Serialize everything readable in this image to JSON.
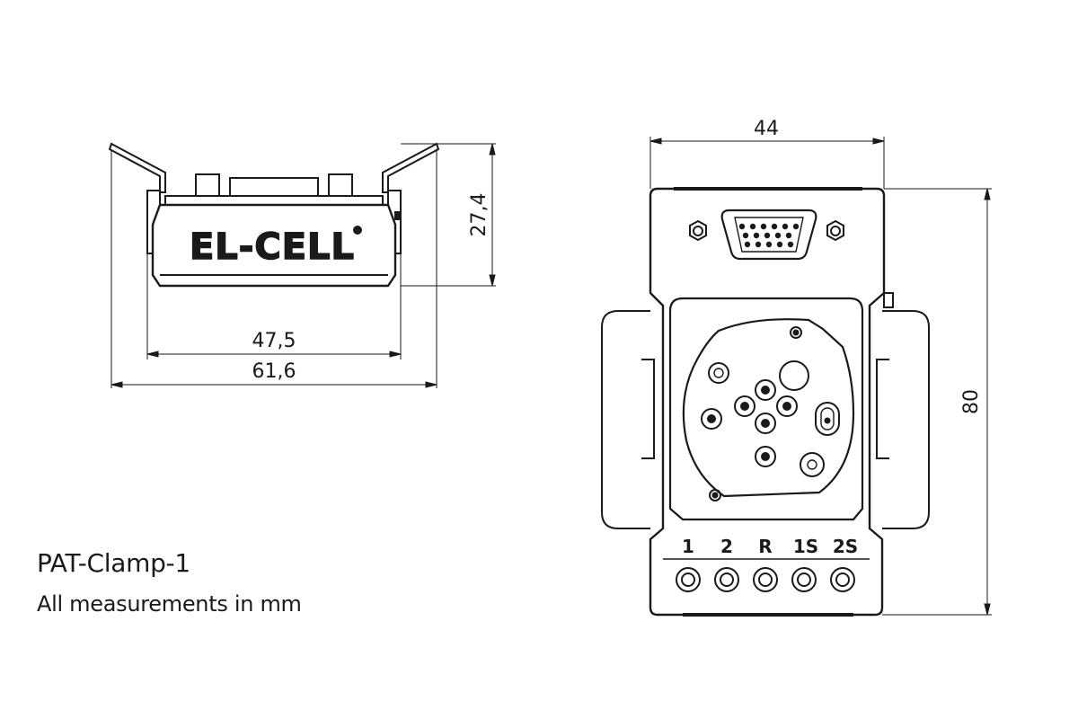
{
  "side_view": {
    "brand_label": "EL-CELL",
    "dim_height": "27,4",
    "dim_inner_width": "47,5",
    "dim_outer_width": "61,6"
  },
  "top_view": {
    "dim_width": "44",
    "dim_height": "80",
    "terminal_labels": [
      "1",
      "2",
      "R",
      "1S",
      "2S"
    ]
  },
  "caption": {
    "title": "PAT-Clamp-1",
    "subtitle": "All measurements in mm"
  }
}
